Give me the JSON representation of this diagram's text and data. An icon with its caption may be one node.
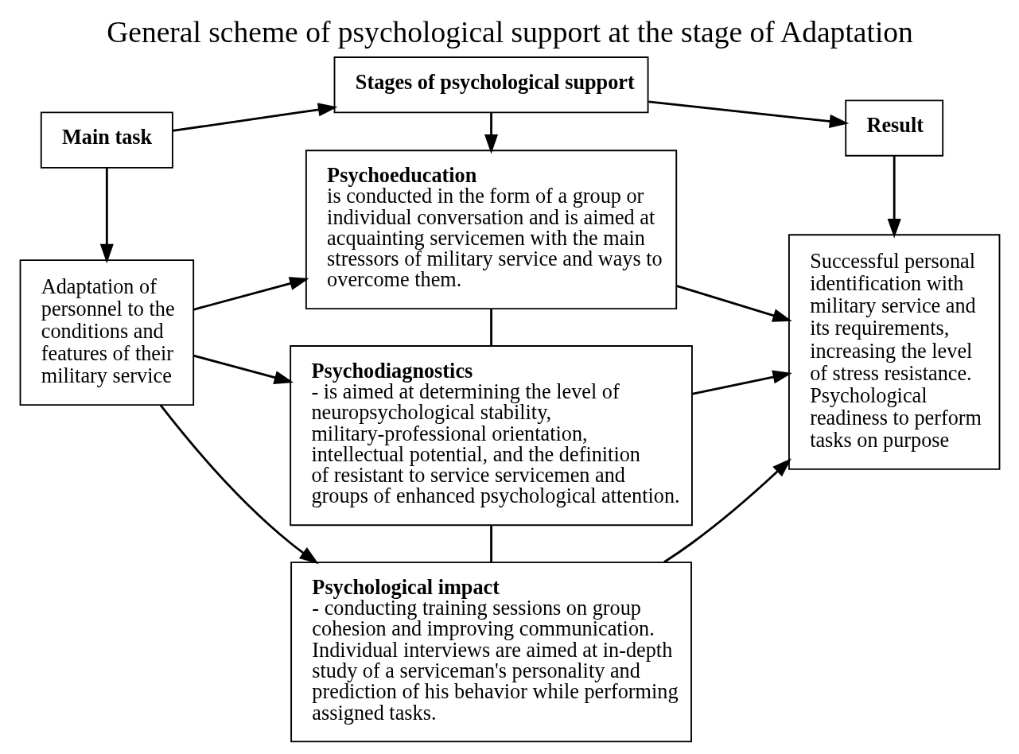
{
  "diagram": {
    "title": "General scheme of psychological support at the stage of Adaptation",
    "nodes": [
      {
        "text": [
          "**Main task**"
        ]
      },
      {
        "text": [
          "**Stages of psychological support**"
        ]
      },
      {
        "text": [
          "**Result**"
        ]
      },
      {
        "text": [
          "Adaptation of personnel to the conditions and features of their military service"
        ]
      },
      {
        "text": [
          "**Psychoeducation** is conducted in the form of a group or individual conversation and is aimed at acquainting servicemen with the main stressors of military service and ways to overcome them."
        ]
      },
      {
        "text": [
          "**Psychodiagnostics** - is aimed at determining the level of neuropsychological stability, military-professional orientation, intellectual potential, and the definition of resistant to service servicemen and groups of enhanced psychological attention."
        ]
      },
      {
        "text": [
          "**Psychological impact** - conducting training sessions on group cohesion and improving communication. Individual interviews are aimed at in-depth study of a serviceman's personality and prediction of his behavior while performing assigned tasks."
        ]
      },
      {
        "text": [
          "Successful personal identification with military service and its requirements, increasing the level of stress resistance. Psychological readiness to perform tasks on purpose"
        ]
      }
    ],
    "edges": [
      {
        "from": 0,
        "to": 1,
        "arrow": "to"
      },
      {
        "from": 1,
        "to": 2,
        "arrow": "to"
      },
      {
        "from": 0,
        "to": 3,
        "arrow": "to"
      },
      {
        "from": 1,
        "to": 4,
        "arrow": "to"
      },
      {
        "from": 2,
        "to": 7,
        "arrow": "to"
      },
      {
        "from": 3,
        "to": 4,
        "arrow": "to"
      },
      {
        "from": 3,
        "to": 5,
        "arrow": "to"
      },
      {
        "from": 3,
        "to": 6,
        "arrow": "to"
      },
      {
        "from": 4,
        "to": 7,
        "arrow": "to"
      },
      {
        "from": 5,
        "to": 7,
        "arrow": "to"
      },
      {
        "from": 6,
        "to": 7,
        "arrow": "to"
      },
      {
        "from": 4,
        "to": 5,
        "arrow": "none"
      },
      {
        "from": 5,
        "to": 6,
        "arrow": "none"
      }
    ]
  }
}
